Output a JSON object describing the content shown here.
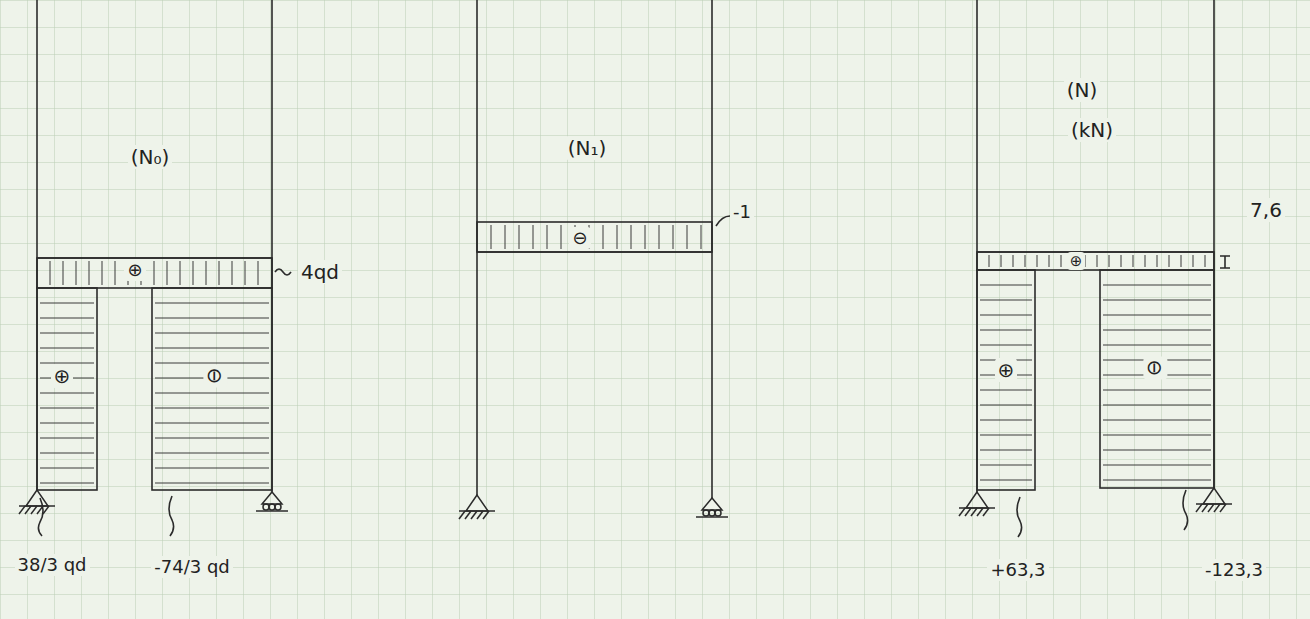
{
  "diagram": {
    "labels": [
      "(N₀)",
      "⊕",
      "4qd",
      "⊕",
      "⊖",
      "38/3 qd",
      "-74/3 qd",
      "(N₁)",
      "⊖",
      "-1",
      "(N)",
      "(kN)",
      "⊕",
      "7,6",
      "⊕",
      "⊖",
      "+63,3",
      "-123,3"
    ]
  }
}
